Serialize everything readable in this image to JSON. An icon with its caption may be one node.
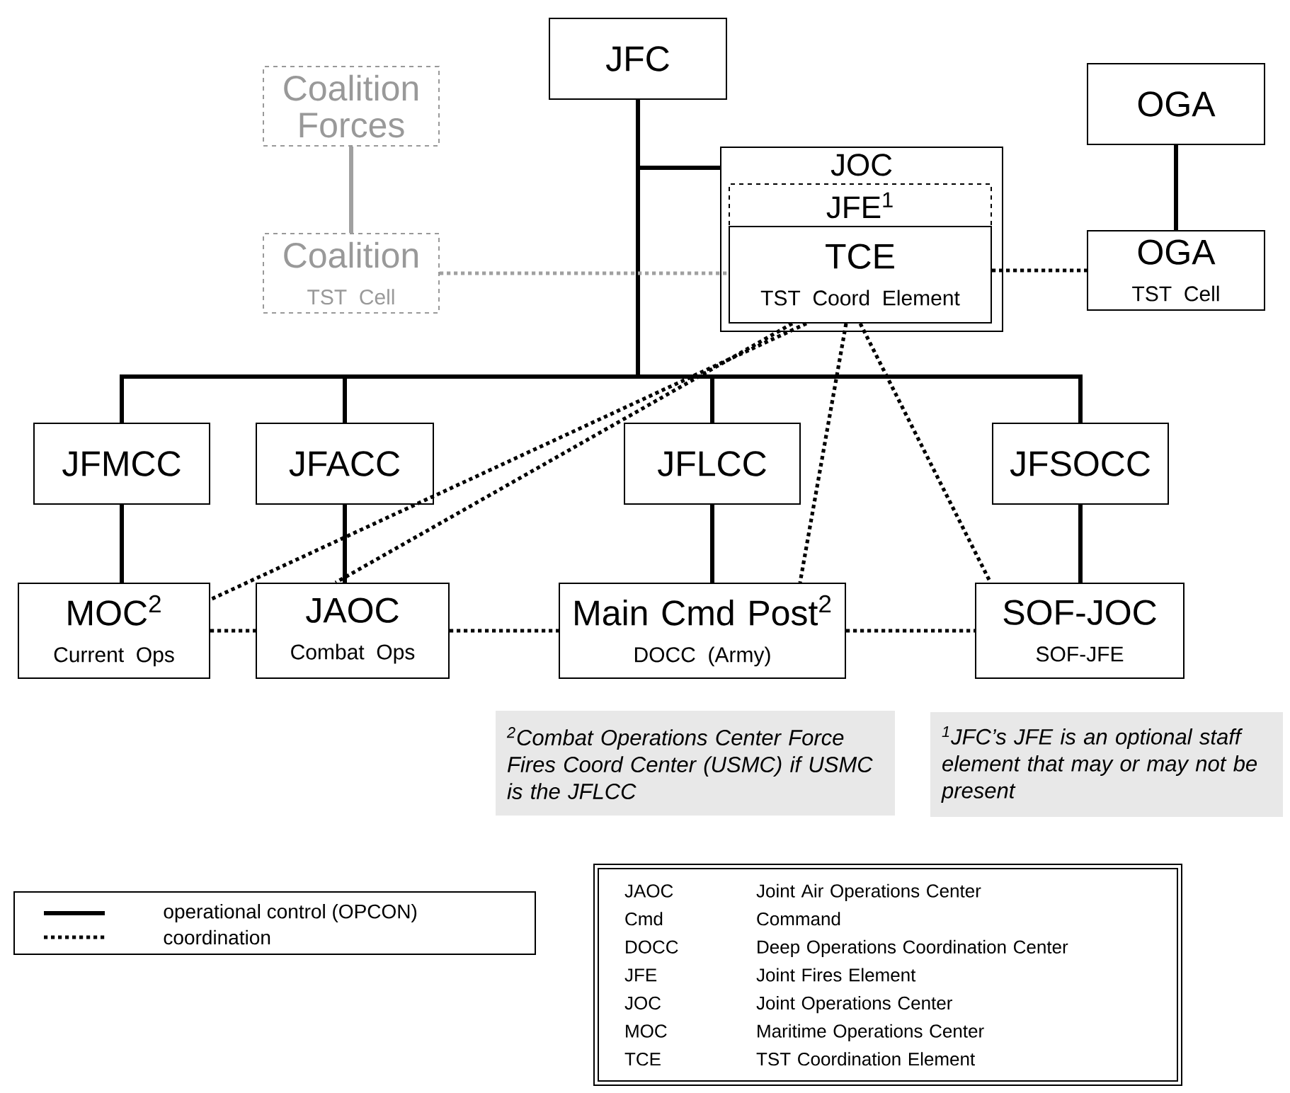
{
  "diagram": {
    "nodes": [
      {
        "text": [
          "JFC"
        ]
      },
      {
        "text": [
          "Coalition Forces"
        ]
      },
      {
        "text": [
          "OGA"
        ]
      },
      {
        "text": [
          "JOC"
        ]
      },
      {
        "text": [
          "JFE$^{1}$"
        ],
        "in": 3
      },
      {
        "text": [
          "TCE",
          "TST Coord Element"
        ],
        "in": 3
      },
      {
        "text": [
          "Coalition",
          "TST Cell"
        ]
      },
      {
        "text": [
          "OGA",
          "TST Cell"
        ]
      },
      {
        "text": [
          "JFMCC"
        ]
      },
      {
        "text": [
          "JFACC"
        ]
      },
      {
        "text": [
          "JFLCC"
        ]
      },
      {
        "text": [
          "JFSOCC"
        ]
      },
      {
        "text": [
          "MOC$^{2}$",
          "Current Ops"
        ]
      },
      {
        "text": [
          "JAOC",
          "Combat Ops"
        ]
      },
      {
        "text": [
          "Main Cmd Post$^{2}$",
          "DOCC (Army)"
        ]
      },
      {
        "text": [
          "SOF-JOC",
          "SOF-JFE"
        ]
      },
      {
        "text": [
          "$^{2}$Combat Operations Center Force Fires Coord Center (USMC) if USMC is the JFLCC"
        ]
      },
      {
        "text": [
          "$^{1}$JFC’s JFE is an optional staff element that may or may not be present"
        ]
      },
      {
        "text": [
          "JAOC",
          "Joint Air Operations Center",
          "Cmd",
          "Command",
          "DOCC",
          "Deep Operations Coordination Center",
          "JFE",
          "Joint Fires Element",
          "JOC",
          "Joint Operations Center",
          "MOC",
          "Maritime Operations Center",
          "TCE",
          "TST Coordination Element"
        ]
      }
    ],
    "edges": [
      {
        "from": 0,
        "to": 3,
        "arrow": "none"
      },
      {
        "from": 0,
        "to": 8,
        "arrow": "none"
      },
      {
        "from": 0,
        "to": 9,
        "arrow": "none"
      },
      {
        "from": 0,
        "to": 10,
        "arrow": "none"
      },
      {
        "from": 0,
        "to": 11,
        "arrow": "none"
      },
      {
        "from": 1,
        "to": 6,
        "arrow": "none",
        "color": "#a0a0a0"
      },
      {
        "from": 2,
        "to": 7,
        "arrow": "none"
      },
      {
        "from": 6,
        "to": 5,
        "arrow": "none",
        "style": "dashed",
        "color": "#a0a0a0"
      },
      {
        "from": 5,
        "to": 7,
        "arrow": "none",
        "style": "dashed"
      },
      {
        "from": 8,
        "to": 12,
        "arrow": "none"
      },
      {
        "from": 9,
        "to": 13,
        "arrow": "none"
      },
      {
        "from": 10,
        "to": 14,
        "arrow": "none"
      },
      {
        "from": 11,
        "to": 15,
        "arrow": "none"
      },
      {
        "from": 12,
        "to": 13,
        "arrow": "none",
        "style": "dashed"
      },
      {
        "from": 13,
        "to": 14,
        "arrow": "none",
        "style": "dashed"
      },
      {
        "from": 14,
        "to": 15,
        "arrow": "none",
        "style": "dashed"
      },
      {
        "from": 5,
        "to": 12,
        "arrow": "none",
        "style": "dashed"
      },
      {
        "from": 5,
        "to": 13,
        "arrow": "none",
        "style": "dashed"
      },
      {
        "from": 5,
        "to": 14,
        "arrow": "none",
        "style": "dashed"
      },
      {
        "from": 5,
        "to": 15,
        "arrow": "none",
        "style": "dashed"
      }
    ],
    "legend": [
      {
        "text": "operational control (OPCON)"
      },
      {
        "text": "coordination"
      }
    ]
  }
}
